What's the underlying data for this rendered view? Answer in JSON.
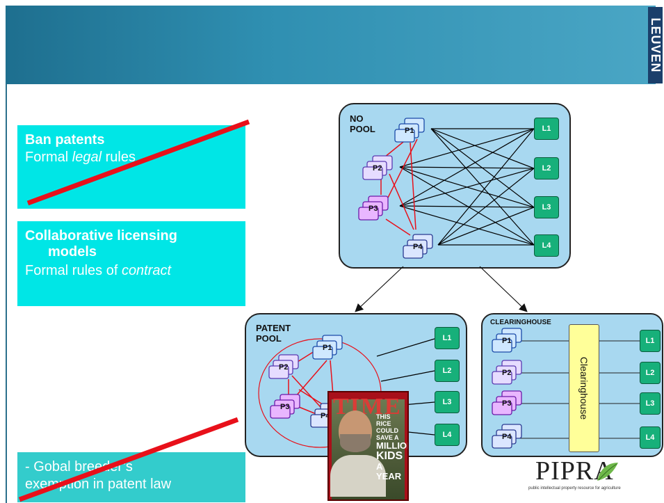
{
  "brand": {
    "leuven": "LEUVEN"
  },
  "boxes": {
    "ban": {
      "title": "Ban patents",
      "line_pre": "Formal ",
      "line_em": "legal",
      "line_post": " rules"
    },
    "collab": {
      "title_a": "Collaborative licensing",
      "title_b": "models",
      "line_pre": "Formal rules of ",
      "line_em": "contract"
    },
    "breeder": {
      "line1": "- Gobal breeder’s",
      "line2": "exemption in patent law"
    }
  },
  "no_pool": {
    "label_a": "NO",
    "label_b": "POOL",
    "patents": [
      "P1",
      "P2",
      "P3",
      "P4"
    ],
    "licensees": [
      "L1",
      "L2",
      "L3",
      "L4"
    ]
  },
  "patent_pool": {
    "label_a": "PATENT",
    "label_b": "POOL",
    "patents": [
      "P1",
      "P2",
      "P3",
      "P4"
    ],
    "licensees": [
      "L1",
      "L2",
      "L3",
      "L4"
    ]
  },
  "clearinghouse": {
    "label": "CLEARINGHOUSE",
    "bar_label": "Clearinghouse",
    "patents": [
      "P1",
      "P2",
      "P3",
      "P4"
    ],
    "licensees": [
      "L1",
      "L2",
      "L3",
      "L4"
    ]
  },
  "magazine": {
    "logo": "TIME",
    "headline": [
      "THIS RICE",
      "COULD SAVE A",
      "MILLION",
      "KIDS",
      "A YEAR"
    ]
  },
  "pipra": {
    "word": "PIPRA",
    "tagline": "public intellectual property resource for agriculture"
  },
  "colors": {
    "cyan": "#00e6e6",
    "pool_fill": "#a8d8f0",
    "licensee": "#17b07a",
    "strike": "#e8101a",
    "header": "#2f8fb1"
  }
}
